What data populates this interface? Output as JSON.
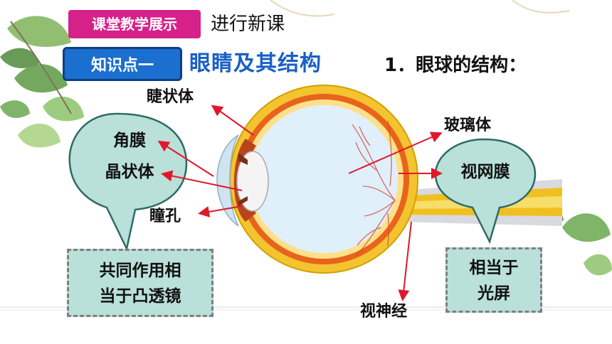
{
  "header": {
    "badge": "课堂教学展示",
    "subtitle": "进行新课"
  },
  "section": {
    "badge": "知识点一",
    "title": "眼睛及其结构",
    "heading": "1．眼球的结构："
  },
  "labels": {
    "ciliary_body": "睫状体",
    "vitreous_body": "玻璃体",
    "pupil": "瞳孔",
    "optic_nerve": "视神经"
  },
  "left_bubble": {
    "line1": "角膜",
    "line2": "晶状体"
  },
  "right_bubble": {
    "text": "视网膜"
  },
  "left_box": {
    "line1": "共同作用相",
    "line2": "当于凸透镜"
  },
  "right_box": {
    "line1": "相当于",
    "line2": "光屏"
  },
  "colors": {
    "badge_pink": "#d6208a",
    "badge_blue": "#1a6fcf",
    "title_blue": "#1a5fc6",
    "bubble_fill": "#b9e0d9",
    "bubble_stroke": "#2f6a66",
    "arrow_red": "#e0182a",
    "eye_sclera": "#f3c430",
    "eye_choroid": "#e8641b",
    "eye_vitreous": "#dff0fb"
  }
}
